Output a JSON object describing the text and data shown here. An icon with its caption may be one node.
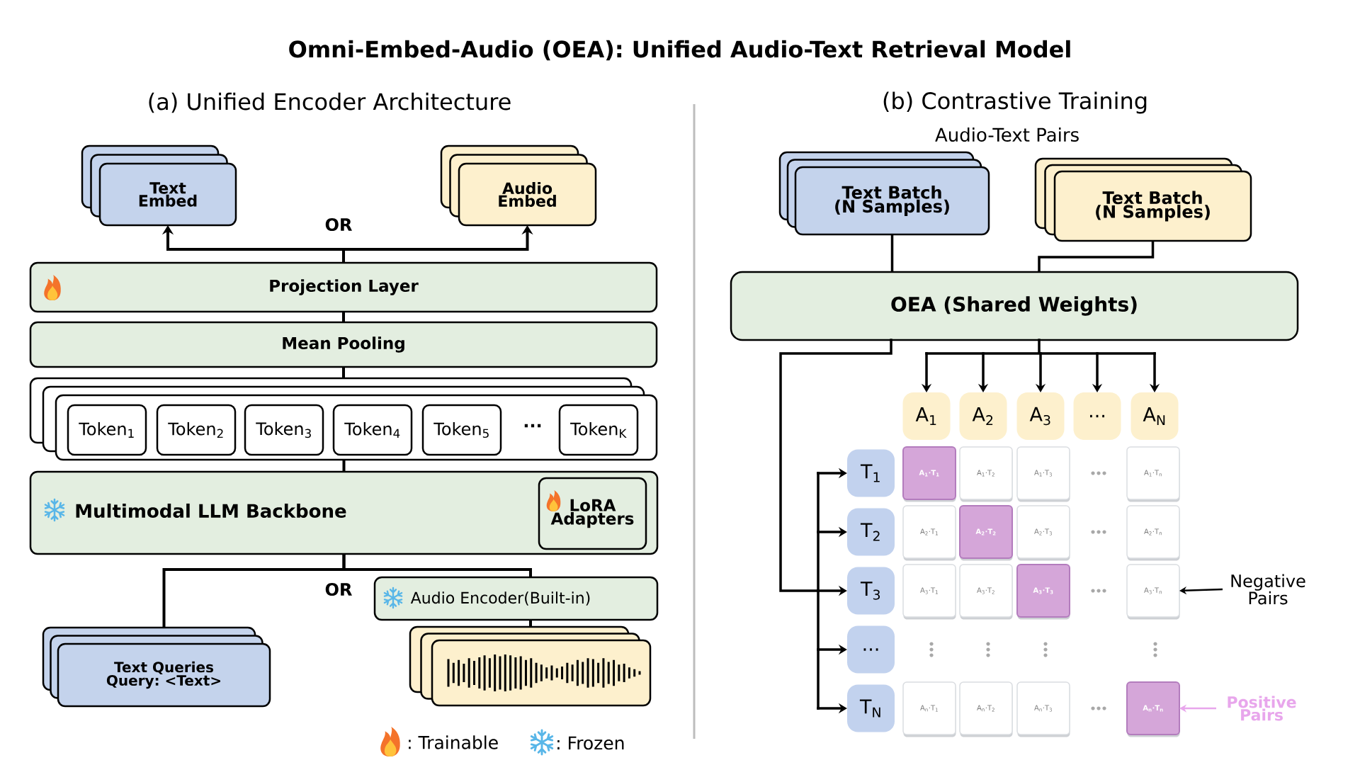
{
  "diagram": {
    "title": "Omni-Embed-Audio (OEA): Unified Audio-Text Retrieval Model",
    "nodes": [
      {
        "text": [
          "Text Embed"
        ]
      },
      {
        "text": [
          "Audio Embed"
        ]
      },
      {
        "text": [
          "Projection Layer"
        ]
      },
      {
        "text": [
          "Mean Pooling"
        ]
      },
      {
        "text": [],
        "shape": "box"
      },
      {
        "text": [
          "Token$_{1}$"
        ],
        "in": 4
      },
      {
        "text": [
          "Token$_{2}$"
        ],
        "in": 4
      },
      {
        "text": [
          "Token$_{3}$"
        ],
        "in": 4
      },
      {
        "text": [
          "Token$_{4}$"
        ],
        "in": 4
      },
      {
        "text": [
          "Token$_{5}$"
        ],
        "in": 4
      },
      {
        "text": [
          "Token$_{K}$"
        ],
        "in": 4
      },
      {
        "text": [
          "Multimodal LLM Backbone"
        ]
      },
      {
        "text": [
          "LoRA Adapters"
        ],
        "in": 11
      },
      {
        "text": [
          "Audio Encoder(Built-in)"
        ]
      },
      {
        "text": [
          "Text Queries",
          "Query: <Text>"
        ]
      },
      {
        "text": [],
        "shape": "picture"
      },
      {
        "text": [
          "Text Batch (N Samples)"
        ]
      },
      {
        "text": [
          "Text Batch (N Samples)"
        ]
      },
      {
        "text": [
          "OEA (Shared Weights)"
        ]
      },
      {
        "text": [
          "A$_{1}$"
        ]
      },
      {
        "text": [
          "A$_{2}$"
        ]
      },
      {
        "text": [
          "A$_{3}$"
        ]
      },
      {
        "text": [
          "..."
        ]
      },
      {
        "text": [
          "A$_{N}$"
        ]
      },
      {
        "text": [
          "T$_{1}$"
        ]
      },
      {
        "text": [
          "T$_{2}$"
        ]
      },
      {
        "text": [
          "T$_{3}$"
        ]
      },
      {
        "text": [
          "..."
        ]
      },
      {
        "text": [
          "T$_{N}$"
        ]
      },
      {
        "text": [
          "A$_{1}$·T$_{1}$"
        ]
      },
      {
        "text": [
          "A$_{1}$·T$_{2}$"
        ]
      },
      {
        "text": [
          "A$_{1}$·T$_{3}$"
        ]
      },
      {
        "text": [
          "A$_{1}$·T$_{n}$"
        ]
      },
      {
        "text": [
          "A$_{2}$·T$_{1}$"
        ]
      },
      {
        "text": [
          "A$_{2}$·T$_{2}$"
        ]
      },
      {
        "text": [
          "A$_{2}$·T$_{3}$"
        ]
      },
      {
        "text": [
          "A$_{2}$·T$_{n}$"
        ]
      },
      {
        "text": [
          "A$_{3}$·T$_{1}$"
        ]
      },
      {
        "text": [
          "A$_{3}$·T$_{2}$"
        ]
      },
      {
        "text": [
          "A$_{3}$·T$_{3}$"
        ]
      },
      {
        "text": [
          "A$_{3}$·T$_{n}$"
        ]
      },
      {
        "text": [
          "A$_{n}$·T$_{1}$"
        ]
      },
      {
        "text": [
          "A$_{n}$·T$_{2}$"
        ]
      },
      {
        "text": [
          "A$_{n}$·T$_{3}$"
        ]
      },
      {
        "text": [
          "A$_{n}$·T$_{n}$"
        ]
      },
      {
        "text": [
          "Negative Pairs"
        ]
      },
      {
        "text": [
          "Positive Pairs"
        ]
      }
    ],
    "edges": [
      {
        "from": 2,
        "to": 0,
        "arrow": "to"
      },
      {
        "from": 2,
        "to": 1,
        "arrow": "to"
      },
      {
        "from": 3,
        "to": 2,
        "arrow": "none"
      },
      {
        "from": 4,
        "to": 3,
        "arrow": "none"
      },
      {
        "from": 11,
        "to": 4,
        "arrow": "none"
      },
      {
        "from": 14,
        "to": 11,
        "arrow": "none"
      },
      {
        "from": 13,
        "to": 11,
        "arrow": "none"
      },
      {
        "from": 15,
        "to": 13,
        "arrow": "none"
      },
      {
        "from": 16,
        "to": 18,
        "arrow": "none"
      },
      {
        "from": 17,
        "to": 18,
        "arrow": "none"
      },
      {
        "from": 18,
        "to": 19,
        "arrow": "to"
      },
      {
        "from": 18,
        "to": 20,
        "arrow": "to"
      },
      {
        "from": 18,
        "to": 21,
        "arrow": "to"
      },
      {
        "from": 18,
        "to": 22,
        "arrow": "to"
      },
      {
        "from": 18,
        "to": 23,
        "arrow": "to"
      },
      {
        "from": 18,
        "to": 24,
        "arrow": "to"
      },
      {
        "from": 18,
        "to": 25,
        "arrow": "to"
      },
      {
        "from": 18,
        "to": 26,
        "arrow": "to"
      },
      {
        "from": 18,
        "to": 27,
        "arrow": "to"
      },
      {
        "from": 18,
        "to": 28,
        "arrow": "to"
      },
      {
        "from": 45,
        "to": 40,
        "arrow": "to"
      },
      {
        "from": 46,
        "to": 44,
        "arrow": "to",
        "color": "#e8a6ec"
      }
    ],
    "labels": [
      "(a) Unified Encoder Architecture",
      "(b) Contrastive Training",
      "Audio-Text Pairs",
      "OR",
      "...",
      "OR"
    ],
    "legend": [
      {
        "text": ": Trainable"
      },
      {
        "text": ": Frozen"
      }
    ]
  }
}
